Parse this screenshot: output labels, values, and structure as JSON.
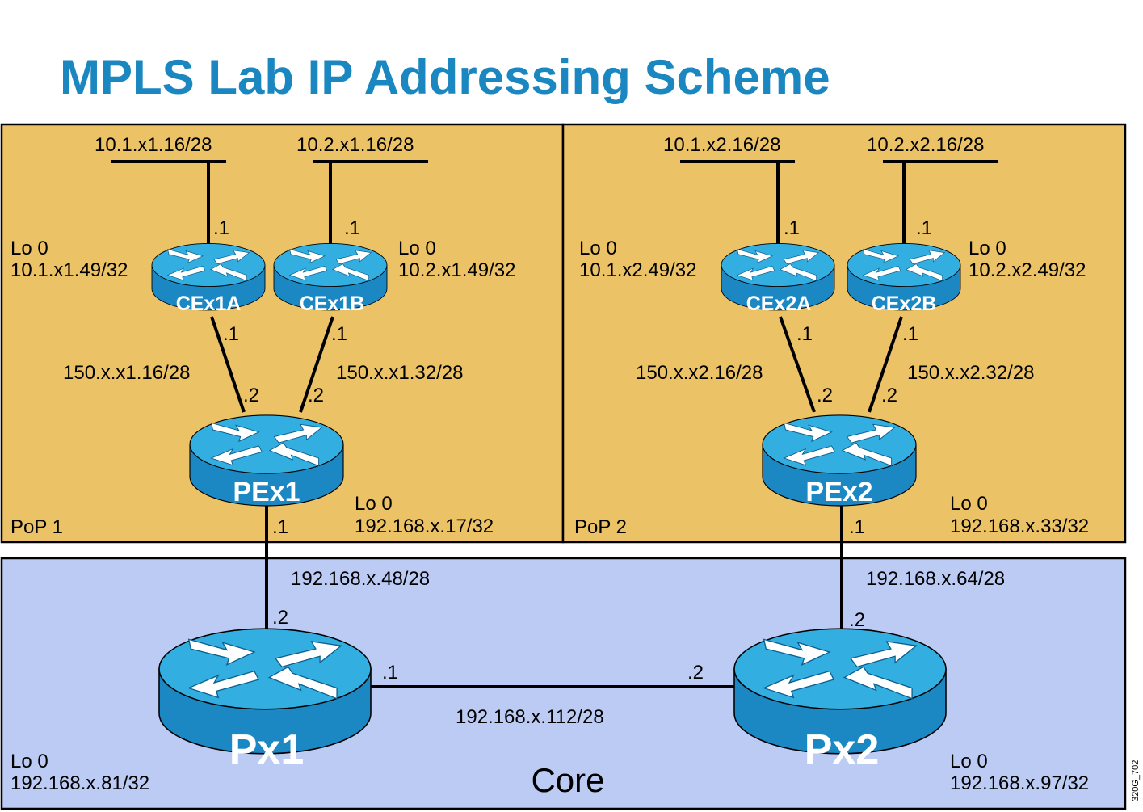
{
  "title": "MPLS Lab IP Addressing Scheme",
  "regions": {
    "pop1": "PoP 1",
    "pop2": "PoP 2",
    "core": "Core"
  },
  "colors": {
    "title": "#1a87c0",
    "pop_fill": "#ecc266",
    "core_fill": "#bccbf4",
    "router_top": "#33aee0",
    "router_side": "#1c88c3"
  },
  "icons": [
    "router-icon"
  ],
  "routers": {
    "cex1a": "CEx1A",
    "cex1b": "CEx1B",
    "cex2a": "CEx2A",
    "cex2b": "CEx2B",
    "pex1": "PEx1",
    "pex2": "PEx2",
    "px1": "Px1",
    "px2": "Px2"
  },
  "lans": {
    "l1": "10.1.x1.16/28",
    "l2": "10.2.x1.16/28",
    "l3": "10.1.x2.16/28",
    "l4": "10.2.x2.16/28"
  },
  "loopbacks": {
    "lo": "Lo 0",
    "cex1a": "10.1.x1.49/32",
    "cex1b": "10.2.x1.49/32",
    "cex2a": "10.1.x2.49/32",
    "cex2b": "10.2.x2.49/32",
    "pex1": "192.168.x.17/32",
    "pex2": "192.168.x.33/32",
    "px1": "192.168.x.81/32",
    "px2": "192.168.x.97/32"
  },
  "links": {
    "cex1a_pex1": "150.x.x1.16/28",
    "cex1b_pex1": "150.x.x1.32/28",
    "cex2a_pex2": "150.x.x2.16/28",
    "cex2b_pex2": "150.x.x2.32/28",
    "pex1_px1": "192.168.x.48/28",
    "pex2_px2": "192.168.x.64/28",
    "px1_px2": "192.168.x.112/28"
  },
  "hosts": {
    "one": ".1",
    "two": ".2"
  },
  "figure_id": "320G_702"
}
